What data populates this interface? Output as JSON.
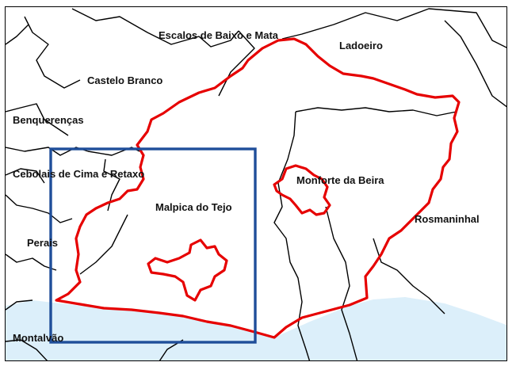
{
  "map": {
    "places": [
      {
        "id": "escalos",
        "label": "Escalos de Baixo e Mata"
      },
      {
        "id": "ladoeiro",
        "label": "Ladoeiro"
      },
      {
        "id": "castelo",
        "label": "Castelo Branco"
      },
      {
        "id": "benquerencas",
        "label": "Benquerenças"
      },
      {
        "id": "cebolais",
        "label": "Cebolais de Cima e Retaxo"
      },
      {
        "id": "monforte",
        "label": "Monforte da Beira"
      },
      {
        "id": "malpica",
        "label": "Malpica do Tejo"
      },
      {
        "id": "rosmaninhal",
        "label": "Rosmaninhal"
      },
      {
        "id": "perais",
        "label": "Perais"
      },
      {
        "id": "montalvao",
        "label": "Montalvão"
      }
    ],
    "colors": {
      "protected_area_outline": "#e60000",
      "study_area_box": "#1f4e9a",
      "parish_boundaries": "#000000",
      "water": "#dceffa"
    }
  }
}
